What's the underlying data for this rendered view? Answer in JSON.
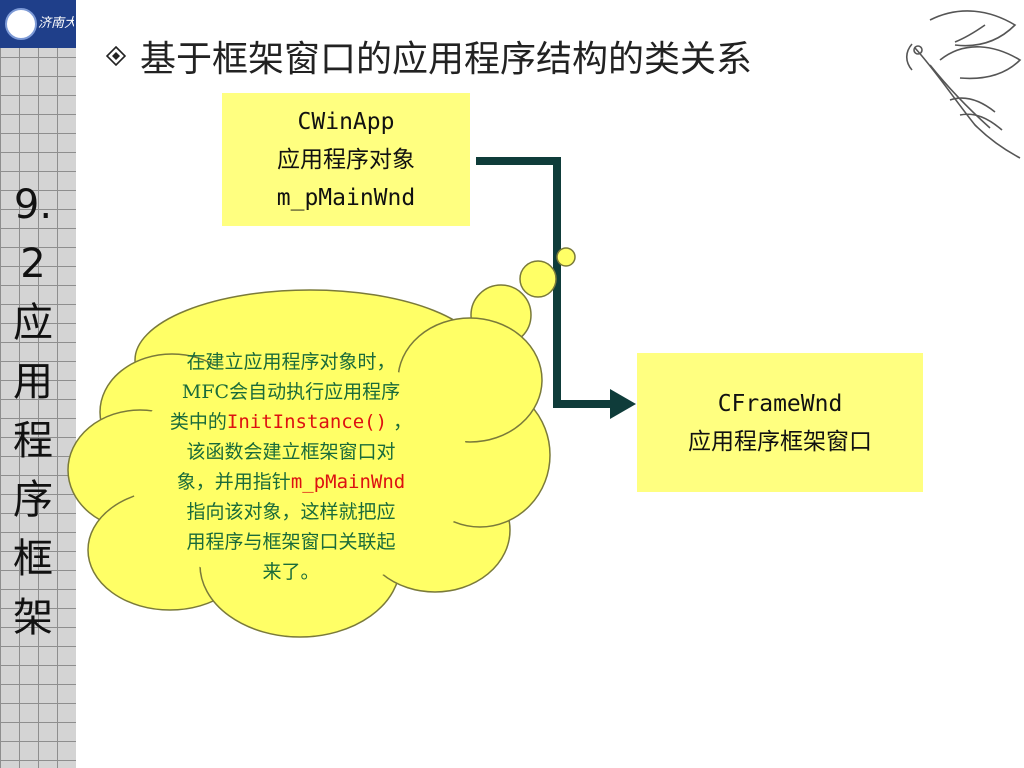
{
  "logo": {
    "text": "济南大学"
  },
  "sidebar": {
    "title": "9.2应用程序框架"
  },
  "slide": {
    "title": "基于框架窗口的应用程序结构的类关系"
  },
  "app_box": {
    "line1": "CWinApp",
    "line2": "应用程序对象",
    "line3": "m_pMainWnd"
  },
  "frame_box": {
    "line1": "CFrameWnd",
    "line2": "应用程序框架窗口"
  },
  "cloud": {
    "l1": "在建立应用程序对象时，",
    "l2": "MFC会自动执行应用程序",
    "l3_a": "类中的",
    "l3_b": "InitInstance()",
    "l3_c": " ，",
    "l4": "该函数会建立框架窗口对",
    "l5_a": "象，并用指针",
    "l5_b": "m_pMainWnd",
    "l6": "指向该对象，这样就把应",
    "l7": "用程序与框架窗口关联起",
    "l8": "来了。"
  },
  "colors": {
    "box_fill": "#ffff80",
    "connector": "#0f3c3a",
    "cloud_fill": "#ffff66",
    "cloud_text": "#1a6b3a",
    "highlight": "#dd1111",
    "logo_bg": "#1f3f8a"
  }
}
